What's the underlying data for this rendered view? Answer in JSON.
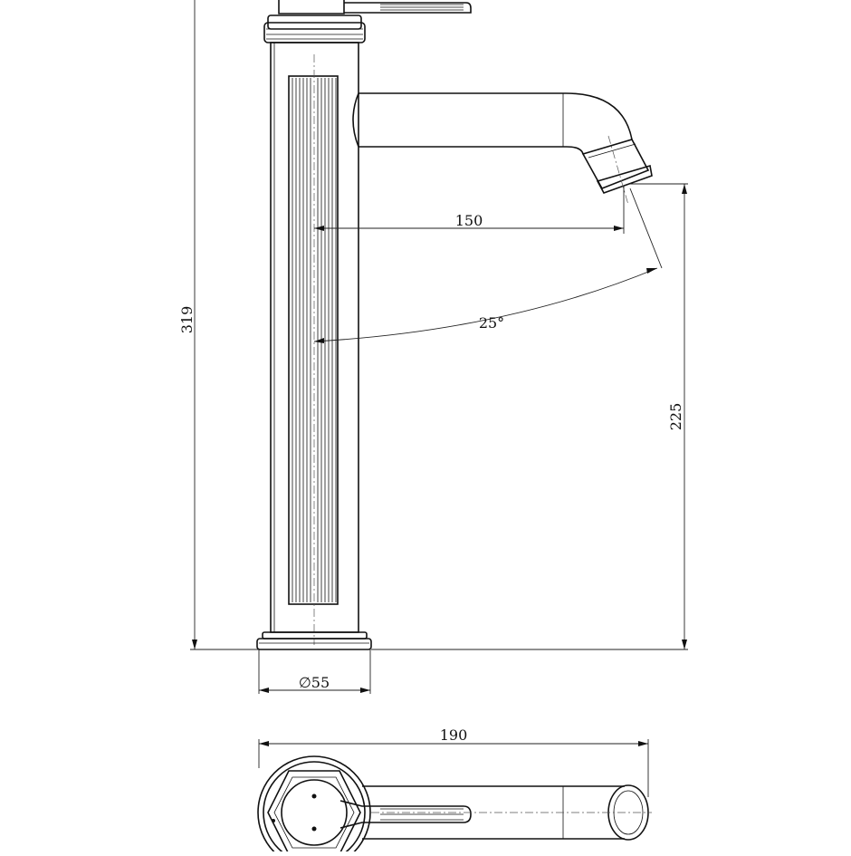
{
  "dimensions": {
    "overall_height": "319",
    "spout_height": "225",
    "base_diameter": "∅55",
    "spout_reach": "150",
    "swivel_angle": "25°",
    "plan_width": "190"
  }
}
